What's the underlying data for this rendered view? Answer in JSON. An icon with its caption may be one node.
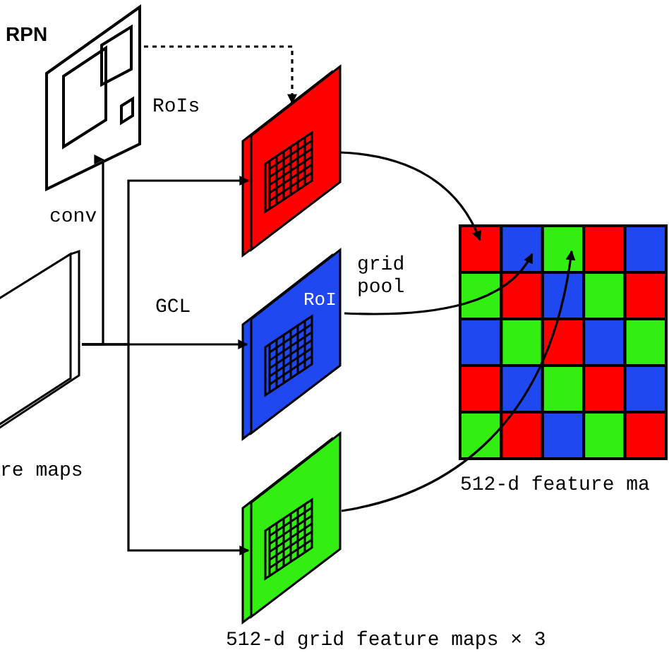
{
  "diagram": {
    "nodes": [
      {
        "text": [],
        "shape": "box",
        "beside": [
          "re maps"
        ]
      },
      {
        "text": [
          "RPN"
        ],
        "beside": [
          "RoIs"
        ]
      },
      {
        "text": [],
        "shape": "box"
      },
      {
        "text": [
          "RoI"
        ]
      },
      {
        "text": [],
        "shape": "box"
      },
      {
        "text": [],
        "shape": "box",
        "beside": [
          "512-d feature ma"
        ]
      }
    ],
    "edges": [
      {
        "from": 0,
        "to": 1,
        "arrow": "to",
        "label": "conv"
      },
      {
        "from": 0,
        "to": 2,
        "arrow": "to"
      },
      {
        "from": 0,
        "to": 3,
        "arrow": "to",
        "label": "GCL"
      },
      {
        "from": 0,
        "to": 4,
        "arrow": "to"
      },
      {
        "from": 1,
        "to": 2,
        "arrow": "to",
        "style": "dashed"
      },
      {
        "from": 2,
        "to": 5,
        "arrow": "to"
      },
      {
        "from": 3,
        "to": 5,
        "arrow": "to",
        "label": "grid pool"
      },
      {
        "from": 4,
        "to": 5,
        "arrow": "to"
      }
    ],
    "labels": [
      "512-d grid feature maps × 3"
    ]
  }
}
